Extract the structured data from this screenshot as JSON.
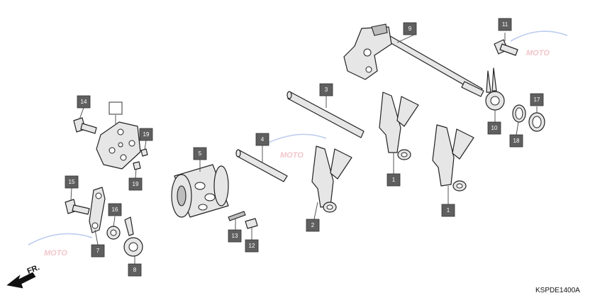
{
  "diagram": {
    "callouts": {
      "c1a": "1",
      "c1b": "1",
      "c2": "2",
      "c3": "3",
      "c4": "4",
      "c5": "5",
      "c7": "7",
      "c8": "8",
      "c9": "9",
      "c10": "10",
      "c11": "11",
      "c12": "12",
      "c13": "13",
      "c14": "14",
      "c15": "15",
      "c16": "16",
      "c17": "17",
      "c18": "18",
      "c19a": "19",
      "c19b": "19"
    },
    "front_marker": "FR.",
    "diagram_code": "KSPDE1400A",
    "watermark": "MOTO"
  }
}
